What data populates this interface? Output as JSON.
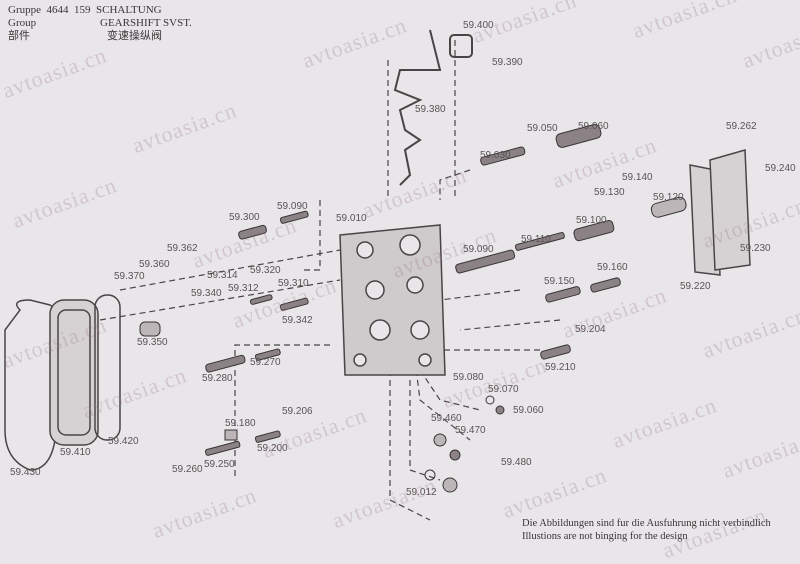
{
  "header": {
    "gruppe_label": "Gruppe",
    "group_number": "4644",
    "sub_number": "159",
    "title_de": "SCHALTUNG",
    "group_label": "Group",
    "title_en": "GEARSHIFT SVST.",
    "parts_label_cn": "部件",
    "title_cn": "变速操纵阀"
  },
  "watermark": "avtoasia.cn",
  "part_labels": [
    "59.400",
    "59.390",
    "59.380",
    "59.050",
    "59.060",
    "59.030",
    "59.262",
    "59.240",
    "59.140",
    "59.130",
    "59.120",
    "59.100",
    "59.110",
    "59.090",
    "59.230",
    "59.220",
    "59.160",
    "59.150",
    "59.204",
    "59.210",
    "59.300",
    "59.090",
    "59.010",
    "59.362",
    "59.360",
    "59.370",
    "59.314",
    "59.320",
    "59.340",
    "59.312",
    "59.310",
    "59.342",
    "59.350",
    "59.270",
    "59.280",
    "59.080",
    "59.070",
    "59.060",
    "59.460",
    "59.470",
    "59.480",
    "59.012",
    "59.180",
    "59.206",
    "59.200",
    "59.250",
    "59.260",
    "59.410",
    "59.420",
    "59.430"
  ],
  "footer": {
    "disclaimer_de": "Die Abbildungen sind fur die Ausfuhrung nicht verbindlich",
    "disclaimer_en": "Illustions are not binging for the design"
  }
}
